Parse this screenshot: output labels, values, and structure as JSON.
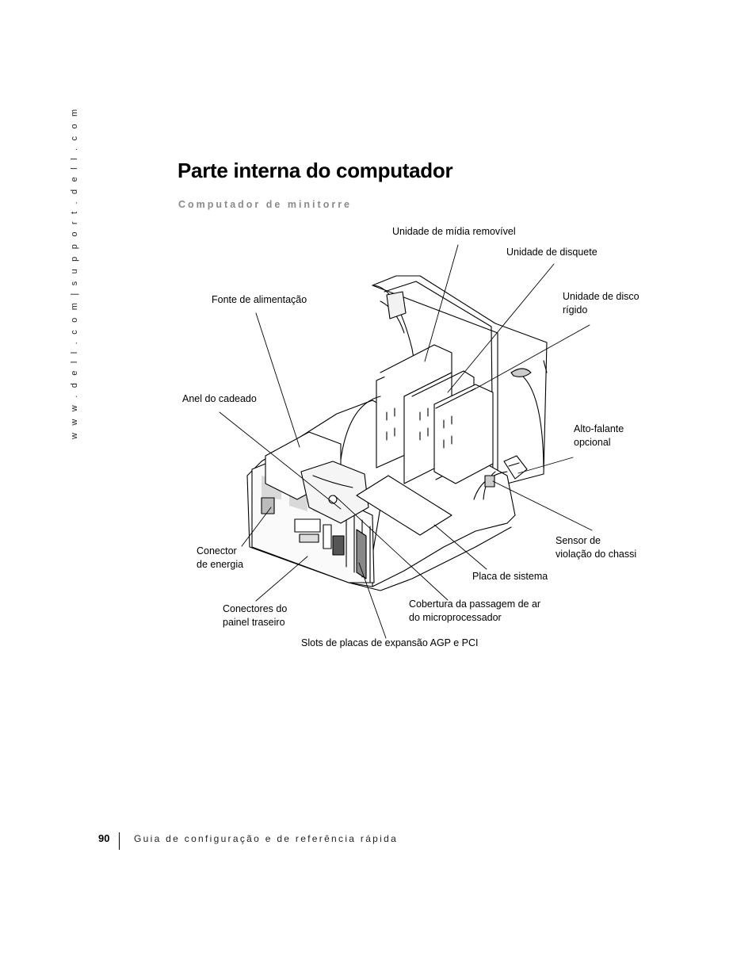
{
  "side_url": "w w w . d e l l . c o m  |  s u p p o r t . d e l l . c o m",
  "page_title": "Parte interna do computador",
  "section_subtitle": "Computador de minitorre",
  "callouts": {
    "removable_media": "Unidade de mídia removível",
    "floppy": "Unidade de disquete",
    "hdd_line1": "Unidade de disco",
    "hdd_line2": "rígido",
    "power_supply": "Fonte de alimentação",
    "padlock": "Anel do cadeado",
    "speaker_line1": "Alto-falante",
    "speaker_line2": "opcional",
    "power_conn_line1": "Conector",
    "power_conn_line2": "de energia",
    "intrusion_line1": "Sensor de",
    "intrusion_line2": "violação do chassi",
    "system_board": "Placa de sistema",
    "rear_panel_line1": "Conectores do",
    "rear_panel_line2": "painel traseiro",
    "airflow_line1": "Cobertura da passagem de ar",
    "airflow_line2": "do microprocessador",
    "slots": "Slots de placas de expansão AGP e PCI"
  },
  "footer": {
    "page_number": "90",
    "text": "Guia de configuração e de referência rápida"
  }
}
